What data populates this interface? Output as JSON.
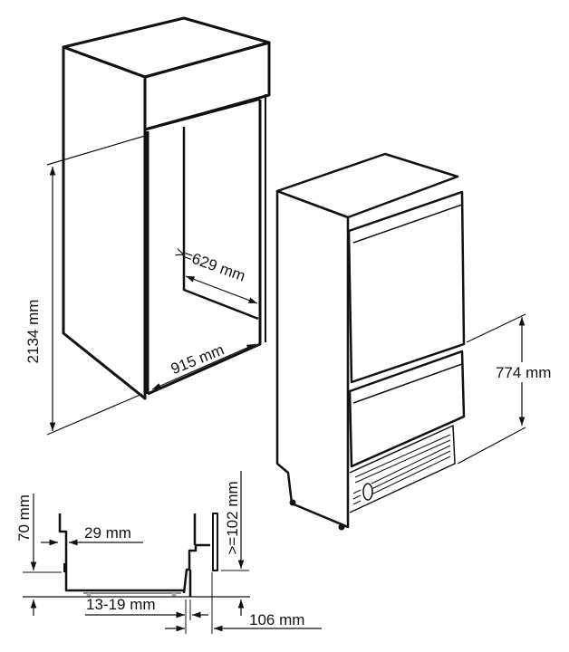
{
  "niche": {
    "height_label": "2134 mm",
    "width_label": "915 mm",
    "depth_label": ">=629 mm"
  },
  "appliance": {
    "lower_section_label": "774 mm"
  },
  "detail": {
    "plinth_height_label": "70 mm",
    "recess_label": "29 mm",
    "gap_label": "13-19 mm",
    "clearance_label": "106 mm",
    "side_height_label": ">=102 mm"
  },
  "colors": {
    "panel": "#cfcfcf",
    "panel_light": "#e2e2e2",
    "line": "#111111"
  }
}
